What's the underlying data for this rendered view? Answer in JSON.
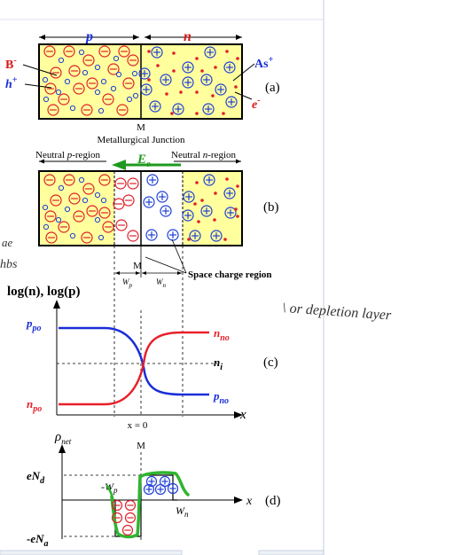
{
  "panel_a": {
    "p_label": "p",
    "n_label": "n",
    "b_minus": "B",
    "b_minus_sup": "-",
    "h_plus": "h",
    "h_plus_sup": "+",
    "as_plus": "As",
    "as_plus_sup": "+",
    "e_minus": "e",
    "e_minus_sup": "-",
    "tag": "(a)",
    "m_label": "M",
    "junction_label": "Metallurgical Junction"
  },
  "panel_b": {
    "neutral_p_prefix": "Neutral ",
    "neutral_p_italic": "p",
    "neutral_p_suffix": "-region",
    "neutral_n_prefix": "Neutral ",
    "neutral_n_italic": "n",
    "neutral_n_suffix": "-region",
    "field_label": "E",
    "field_sub": "o",
    "tag": "(b)",
    "m_label": "M",
    "wp_main": "W",
    "wp_sub": "p",
    "wn_main": "W",
    "wn_sub": "n",
    "space_charge_label": "Space charge region"
  },
  "handwriting": {
    "left_top": "ae",
    "left_bottom": "hbs",
    "right": "\\ or depletion layer"
  },
  "panel_c": {
    "y_label": "log(n), log(p)",
    "p_po_main": "p",
    "p_po_sub": "po",
    "n_po_main": "n",
    "n_po_sub": "po",
    "n_no_main": "n",
    "n_no_sub": "no",
    "p_no_main": "p",
    "p_no_sub": "no",
    "n_i_main": "n",
    "n_i_sub": "i",
    "x_axis": "x",
    "x_zero": "x = 0",
    "tag": "(c)"
  },
  "panel_d": {
    "rho_main": "ρ",
    "rho_sub": "net",
    "m_label": "M",
    "end_main": "eN",
    "end_sub": "d",
    "ena_main": "-eN",
    "ena_sub": "a",
    "neg_wp_main": "-W",
    "neg_wp_sub": "p",
    "wn_main": "W",
    "wn_sub": "n",
    "x_axis": "x",
    "tag": "(d)"
  },
  "colors": {
    "region_fill": "#ffff9e",
    "acceptor_red": "#e0202a",
    "donor_blue": "#1f3fd6",
    "curve_red": "#e8202a",
    "curve_blue": "#1a2ed8",
    "field_green": "#1f9a1f",
    "highlight_green": "#2fb52f",
    "label_red": "#d81818",
    "label_blue": "#1a2ed8"
  }
}
